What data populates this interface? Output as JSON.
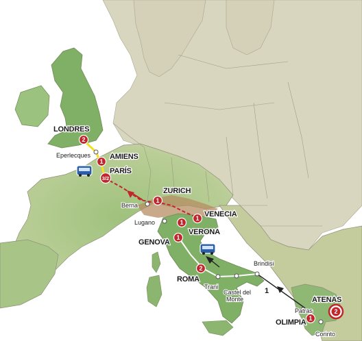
{
  "map": {
    "cities_major": [
      {
        "key": "londres",
        "label": "LONDRES"
      },
      {
        "key": "amiens",
        "label": "AMIENS"
      },
      {
        "key": "paris",
        "label": "PARÍS"
      },
      {
        "key": "zurich",
        "label": "ZURICH"
      },
      {
        "key": "venecia",
        "label": "VENECIA"
      },
      {
        "key": "verona",
        "label": "VERONA"
      },
      {
        "key": "genova",
        "label": "GENOVA"
      },
      {
        "key": "roma",
        "label": "ROMA"
      },
      {
        "key": "atenas",
        "label": "ATENAS"
      },
      {
        "key": "olimpia",
        "label": "OLIMPIA"
      }
    ],
    "cities_minor": [
      {
        "key": "eperlecques",
        "label": "Eperlecques"
      },
      {
        "key": "berna",
        "label": "Berna"
      },
      {
        "key": "lugano",
        "label": "Lugano"
      },
      {
        "key": "brindisi",
        "label": "Brindisi"
      },
      {
        "key": "trani",
        "label": "Trani"
      },
      {
        "key": "castel",
        "label": "Castel del Monte"
      },
      {
        "key": "patras",
        "label": "Patras"
      },
      {
        "key": "corinto",
        "label": "Corinto"
      }
    ],
    "night_badges": [
      {
        "key": "londres",
        "nights": "2"
      },
      {
        "key": "amiens",
        "nights": "1"
      },
      {
        "key": "paris",
        "nights": "3/2"
      },
      {
        "key": "zurich",
        "nights": "1"
      },
      {
        "key": "lugano",
        "nights": "1"
      },
      {
        "key": "venecia",
        "nights": "1"
      },
      {
        "key": "genova",
        "nights": "1"
      },
      {
        "key": "roma",
        "nights": "2"
      },
      {
        "key": "olimpia",
        "nights": "1"
      },
      {
        "key": "atenas",
        "nights": "2"
      }
    ],
    "ferry_marker": "1",
    "colors": {
      "sea": "#ffffff",
      "land_far": "#d6d2b6",
      "land_mid": "#bfcf9a",
      "land_green": "#7fb066",
      "mountain": "#b58e63",
      "border": "#8f8f7a",
      "badge_red": "#c0262b",
      "route_dashed": "#c0262b",
      "route_yellow": "#f0e020",
      "route_ferry": "#222222"
    },
    "icons": [
      "bus-icon",
      "ferry-route-icon",
      "start-marker-icon"
    ]
  }
}
